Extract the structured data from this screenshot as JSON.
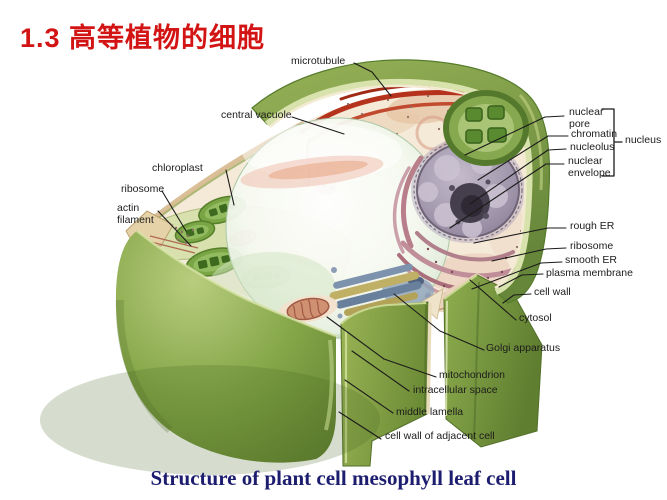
{
  "slide": {
    "title": "1.3 高等植物的细胞",
    "caption": "Structure of plant cell mesophyll leaf cell"
  },
  "palette": {
    "title_red": "#d31414",
    "caption_navy": "#1d1d70",
    "wall_green": "#7d9d40",
    "wall_green_dark": "#55702a",
    "wall_green_light": "#b2c878",
    "inner_wall_lining": "#d8e2ac",
    "cytoplasm_cream": "#f5e9d7",
    "vacuole_tint": "#e6f0e1",
    "nucleus_purple": "#8d8098",
    "nucleolus_dark": "#2e2935",
    "er_pink": "#b27f8c",
    "mitochondrion_pink": "#d09072",
    "golgi_blue": "#7d92ac",
    "golgi_olive": "#c0b065",
    "microtubule_red": "#b5321c",
    "label_ink": "#1c1c1c"
  },
  "diagram": {
    "labels": [
      {
        "id": "microtubule",
        "text": "microtubule"
      },
      {
        "id": "central-vacuole",
        "text": "central vacuole"
      },
      {
        "id": "chloroplast",
        "text": "chloroplast"
      },
      {
        "id": "ribosome-left",
        "text": "ribosome"
      },
      {
        "id": "actin-filament",
        "text": "actin filament"
      },
      {
        "id": "nuclear-pore",
        "text": "nuclear pore"
      },
      {
        "id": "chromatin",
        "text": "chromatin"
      },
      {
        "id": "nucleolus",
        "text": "nucleolus"
      },
      {
        "id": "nuclear-envelope",
        "text": "nuclear envelope"
      },
      {
        "id": "nucleus",
        "text": "nucleus"
      },
      {
        "id": "rough-er",
        "text": "rough ER"
      },
      {
        "id": "ribosome-right",
        "text": "ribosome"
      },
      {
        "id": "smooth-er",
        "text": "smooth ER"
      },
      {
        "id": "plasma-membrane",
        "text": "plasma membrane"
      },
      {
        "id": "cell-wall",
        "text": "cell wall"
      },
      {
        "id": "cytosol",
        "text": "cytosol"
      },
      {
        "id": "golgi-apparatus",
        "text": "Golgi apparatus"
      },
      {
        "id": "mitochondrion",
        "text": "mitochondrion"
      },
      {
        "id": "intracellular-space",
        "text": "intracellular space"
      },
      {
        "id": "middle-lamella",
        "text": "middle lamella"
      },
      {
        "id": "adjacent-cell-wall",
        "text": "cell wall of adjacent cell"
      }
    ]
  }
}
